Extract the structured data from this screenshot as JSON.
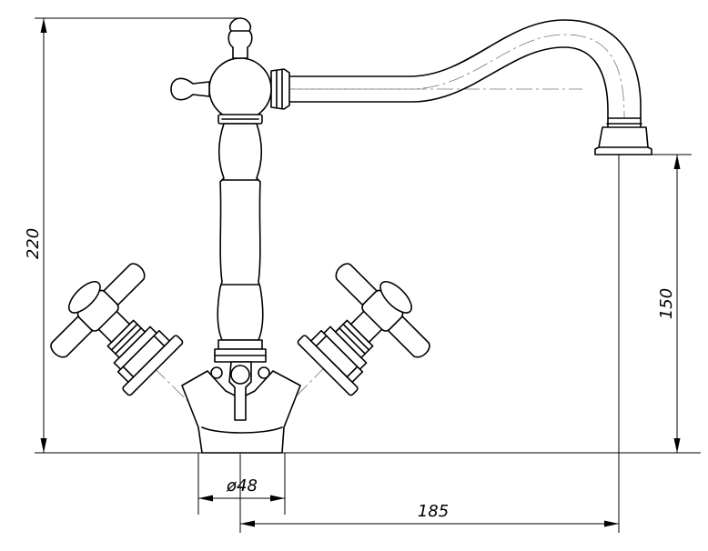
{
  "dimensions": {
    "height_total": "220",
    "spout_height": "150",
    "base_diameter": "ø48",
    "spout_reach": "185"
  }
}
